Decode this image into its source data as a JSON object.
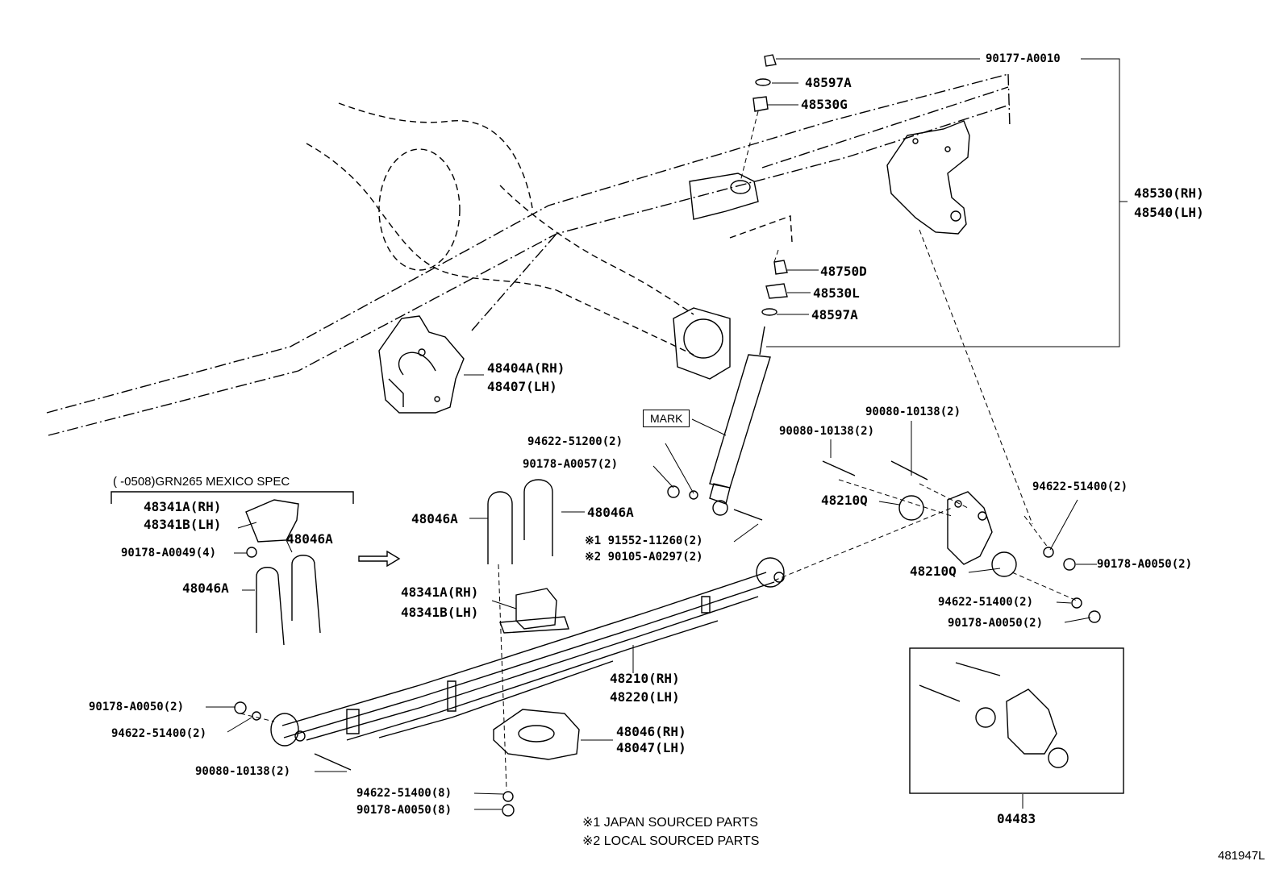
{
  "callouts": {
    "c_90177_A0010": "90177-A0010",
    "c_48597A_top": "48597A",
    "c_48530G": "48530G",
    "c_48530RH": "48530(RH)",
    "c_48540LH": "48540(LH)",
    "c_48750D": "48750D",
    "c_48530L": "48530L",
    "c_48597A_bot": "48597A",
    "c_48404A": "48404A(RH)",
    "c_48407": "48407(LH)",
    "c_mark": "MARK",
    "c_94622_51200": "94622-51200(2)",
    "c_90178_A0057": "90178-A0057(2)",
    "c_90080_10138_a": "90080-10138(2)",
    "c_90080_10138_b": "90080-10138(2)",
    "c_48210Q_a": "48210Q",
    "c_48210Q_b": "48210Q",
    "c_94622_51400_r1": "94622-51400(2)",
    "c_90178_A0050_r1": "90178-A0050(2)",
    "c_94622_51400_r2": "94622-51400(2)",
    "c_90178_A0050_r2": "90178-A0050(2)",
    "c_mexico": "(      -0508)GRN265 MEXICO SPEC",
    "c_48341A_l": "48341A(RH)",
    "c_48341B_l": "48341B(LH)",
    "c_48046A_l1": "48046A",
    "c_90178_A0049": "90178-A0049(4)",
    "c_48046A_l2": "48046A",
    "c_48046A_m1": "48046A",
    "c_48046A_m2": "48046A",
    "c_91552": "※1 91552-11260(2)",
    "c_90105": "※2 90105-A0297(2)",
    "c_48341A_m": "48341A(RH)",
    "c_48341B_m": "48341B(LH)",
    "c_48210RH": "48210(RH)",
    "c_48220LH": "48220(LH)",
    "c_48046RH": "48046(RH)",
    "c_48047LH": "48047(LH)",
    "c_90178_A0050_l": "90178-A0050(2)",
    "c_94622_51400_l": "94622-51400(2)",
    "c_90080_10138_l": "90080-10138(2)",
    "c_94622_51400_8": "94622-51400(8)",
    "c_90178_A0050_8": "90178-A0050(8)",
    "c_04483": "04483"
  },
  "notes": {
    "note1": "※1  JAPAN SOURCED PARTS",
    "note2": "※2  LOCAL SOURCED PARTS"
  },
  "figure_id": "481947L"
}
